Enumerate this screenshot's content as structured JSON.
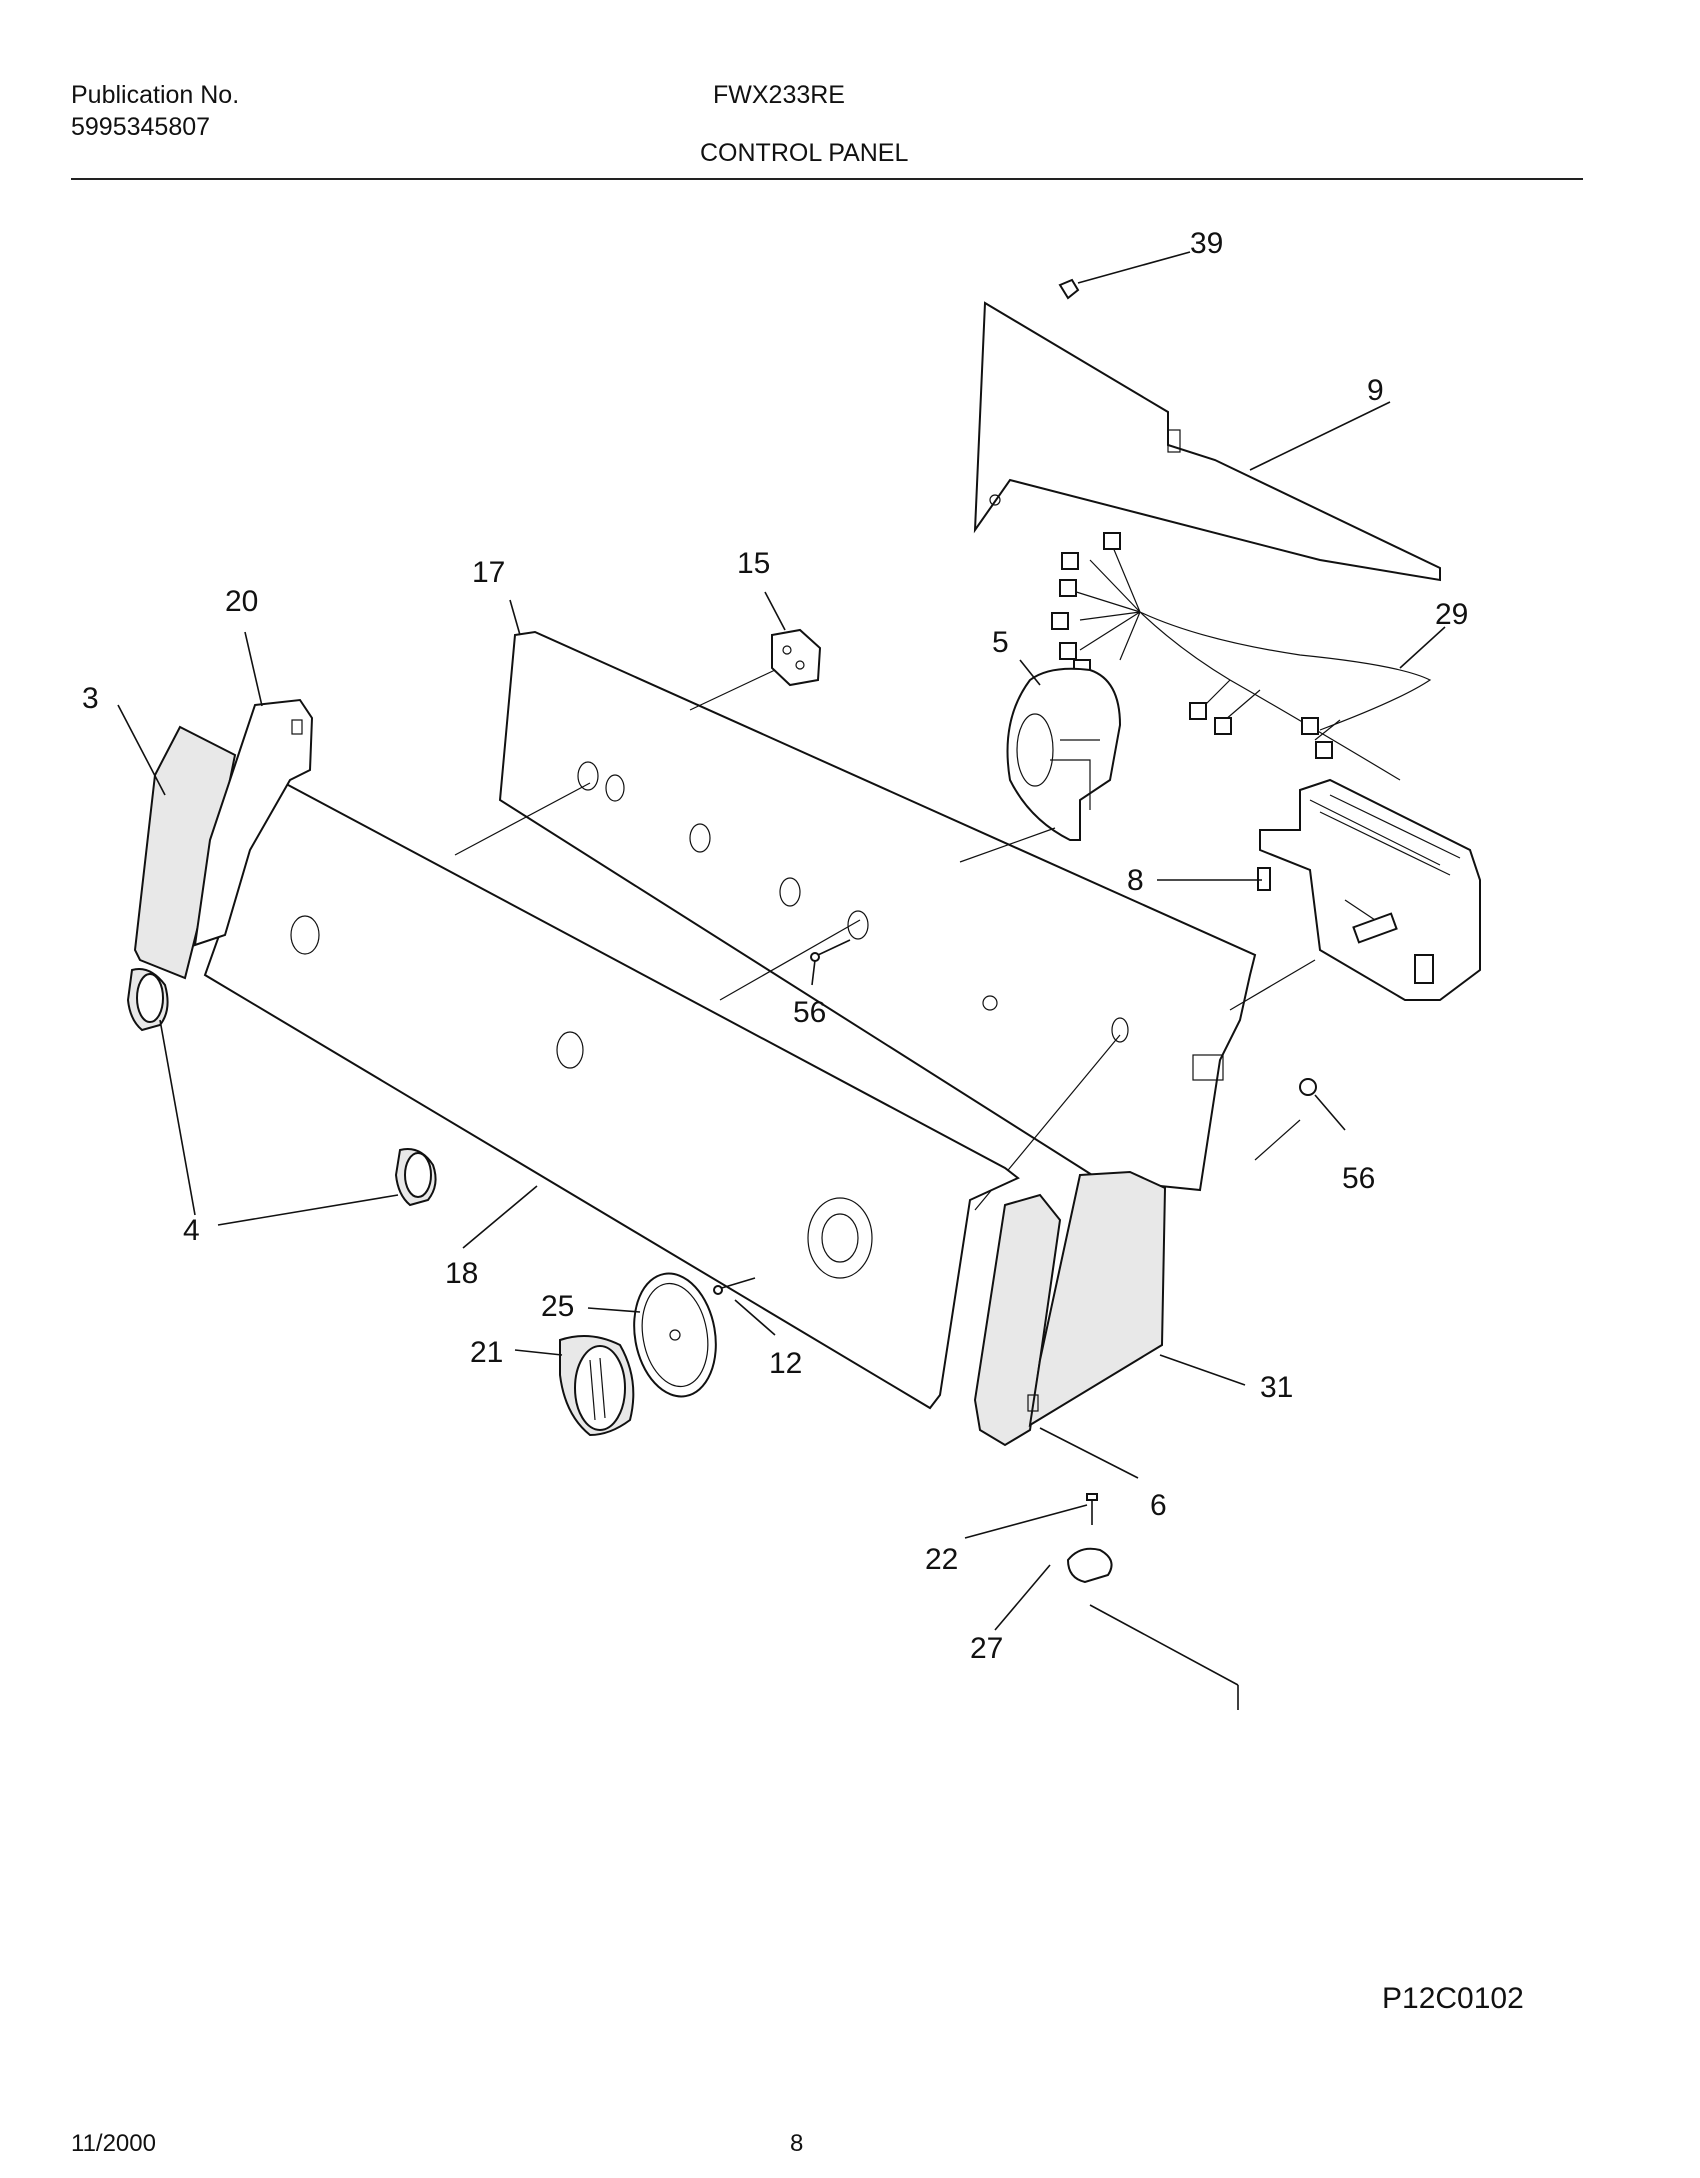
{
  "header": {
    "publication_label": "Publication No.",
    "publication_number": "5995345807",
    "model": "FWX233RE",
    "section_title": "CONTROL PANEL"
  },
  "diagram": {
    "code": "P12C0102",
    "callouts": [
      "39",
      "9",
      "15",
      "17",
      "20",
      "3",
      "5",
      "29",
      "8",
      "56",
      "56",
      "4",
      "18",
      "25",
      "21",
      "12",
      "31",
      "6",
      "22",
      "27"
    ]
  },
  "footer": {
    "date": "11/2000",
    "page": "8"
  }
}
